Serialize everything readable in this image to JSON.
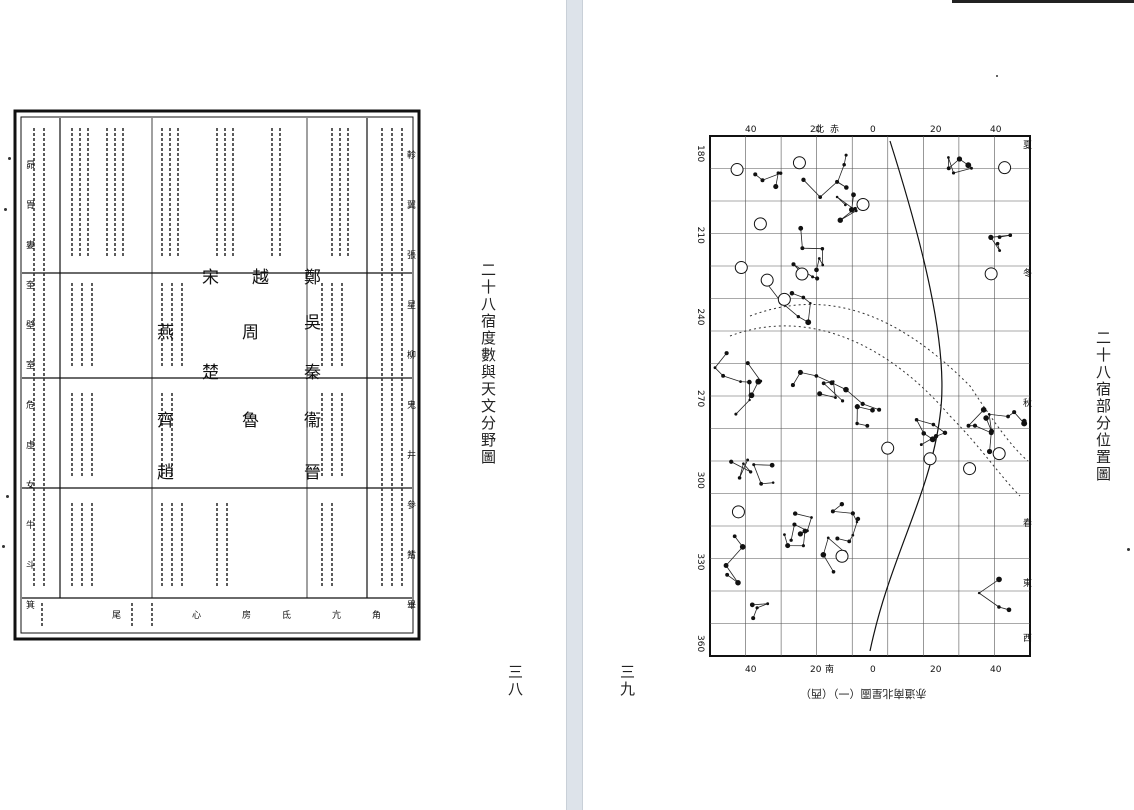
{
  "left_page": {
    "title": "二十八宿度數與天文分野圖",
    "page_number": "三八",
    "table": {
      "big_chars": [
        "鄭",
        "宋",
        "燕",
        "吳",
        "越",
        "齊",
        "衞",
        "魯",
        "趙",
        "晉",
        "秦",
        "周",
        "楚"
      ],
      "column_heads": [
        "軫",
        "翼",
        "張",
        "星",
        "柳",
        "鬼",
        "井",
        "參",
        "觜",
        "畢",
        "昴",
        "胃",
        "婁",
        "奎",
        "壁",
        "室",
        "危",
        "虛",
        "女",
        "牛",
        "斗",
        "箕",
        "尾",
        "心",
        "房",
        "氐",
        "亢",
        "角"
      ]
    }
  },
  "right_page": {
    "title": "二十八宿部分位置圖",
    "page_number": "三九",
    "subtitle": "赤道南北星圖（一）（西）",
    "map": {
      "ra_ticks": [
        "180",
        "210",
        "240",
        "270",
        "300",
        "330",
        "360"
      ],
      "dec_ticks": [
        "40",
        "20",
        "0",
        "20",
        "40"
      ],
      "dec_labels": [
        "北",
        "赤",
        "南"
      ],
      "side_labels": [
        "夏",
        "冬",
        "秋",
        "春",
        "西",
        "東"
      ]
    }
  }
}
